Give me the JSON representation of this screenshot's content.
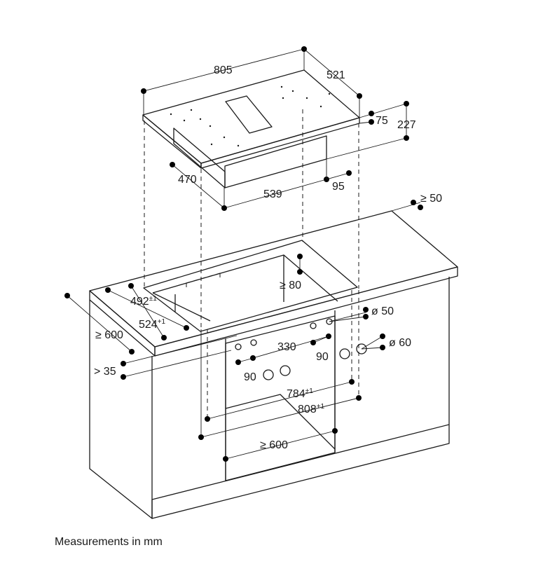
{
  "caption": "Measurements in mm",
  "dimensions": {
    "hob_width": "805",
    "hob_depth": "521",
    "top_thickness": "75",
    "total_height": "227",
    "body_depth": "470",
    "body_width": "539",
    "body_offset": "95",
    "rear_clearance": "≥ 50",
    "cutout_depth": "492",
    "cutout_depth_tol": "±1",
    "cutout_depth_outer": "524",
    "cutout_depth_outer_tol": "+1",
    "countertop_depth": "≥ 600",
    "front_clearance": "> 35",
    "cutout_front_gap": "≥ 80",
    "duct_diameter_small": "ø 50",
    "duct_diameter_large": "ø 60",
    "duct_spacing": "330",
    "duct_offset_left": "90",
    "duct_offset_right": "90",
    "cutout_width": "784",
    "cutout_width_tol": "±1",
    "cutout_width_outer": "808",
    "cutout_width_outer_tol": "+1",
    "cabinet_width": "≥ 600"
  }
}
